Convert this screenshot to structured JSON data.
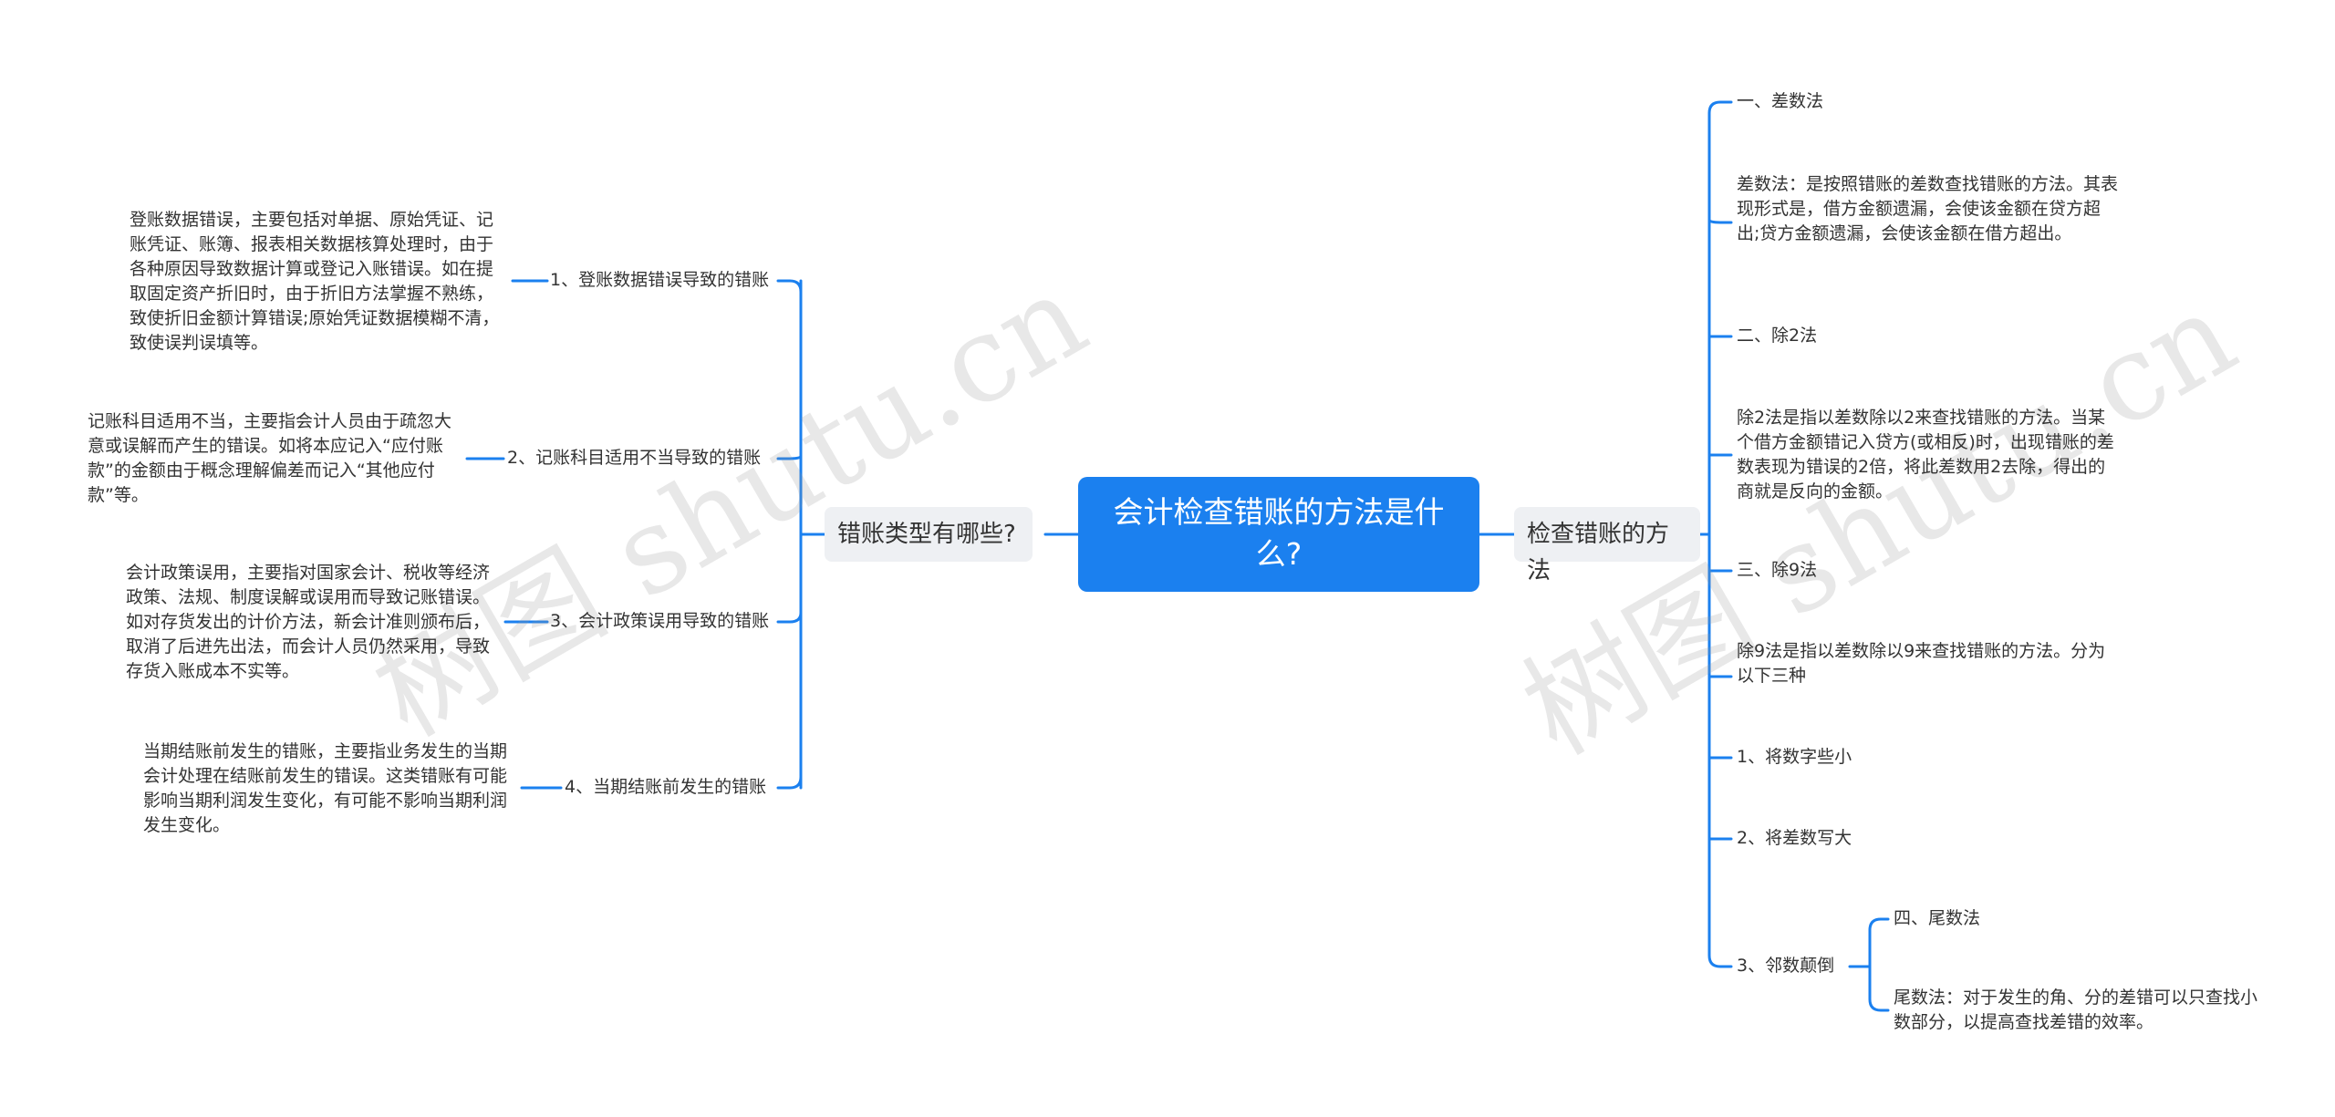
{
  "central": {
    "title": "会计检查错账的方法是什么?"
  },
  "left_branch": {
    "label": "错账类型有哪些?",
    "items": [
      {
        "label": "1、登账数据错误导致的错账",
        "detail": "登账数据错误，主要包括对单据、原始凭证、记账凭证、账簿、报表相关数据核算处理时，由于各种原因导致数据计算或登记入账错误。如在提取固定资产折旧时，由于折旧方法掌握不熟练，致使折旧金额计算错误;原始凭证数据模糊不清，致使误判误填等。"
      },
      {
        "label": "2、记账科目适用不当导致的错账",
        "detail": "记账科目适用不当，主要指会计人员由于疏忽大意或误解而产生的错误。如将本应记入“应付账款”的金额由于概念理解偏差而记入“其他应付款”等。"
      },
      {
        "label": "3、会计政策误用导致的错账",
        "detail": "会计政策误用，主要指对国家会计、税收等经济政策、法规、制度误解或误用而导致记账错误。如对存货发出的计价方法，新会计准则颁布后，取消了后进先出法，而会计人员仍然采用，导致存货入账成本不实等。"
      },
      {
        "label": "4、当期结账前发生的错账",
        "detail": "当期结账前发生的错账，主要指业务发生的当期会计处理在结账前发生的错误。这类错账有可能影响当期利润发生变化，有可能不影响当期利润发生变化。"
      }
    ]
  },
  "right_branch": {
    "label": "检查错账的方法",
    "items": [
      {
        "text": "一、差数法"
      },
      {
        "text": "差数法：是按照错账的差数查找错账的方法。其表现形式是，借方金额遗漏，会使该金额在贷方超出;贷方金额遗漏，会使该金额在借方超出。"
      },
      {
        "text": "二、除2法"
      },
      {
        "text": "除2法是指以差数除以2来查找错账的方法。当某个借方金额错记入贷方(或相反)时，出现错账的差数表现为错误的2倍，将此差数用2去除，得出的商就是反向的金额。"
      },
      {
        "text": "三、除9法"
      },
      {
        "text": "除9法是指以差数除以9来查找错账的方法。分为以下三种"
      },
      {
        "text": "1、将数字些小"
      },
      {
        "text": "2、将差数写大"
      },
      {
        "text": "3、邻数颠倒"
      }
    ],
    "sub_items": [
      {
        "text": "四、尾数法"
      },
      {
        "text": "尾数法：对于发生的角、分的差错可以只查找小数部分，以提高查找差错的效率。"
      }
    ]
  },
  "watermarks": [
    "树图 shutu.cn",
    "树图 shutu.cn"
  ],
  "colors": {
    "accent": "#1b80ef",
    "branch_bg": "#eef0f3",
    "line": "#1b80ef",
    "text": "#333333"
  }
}
